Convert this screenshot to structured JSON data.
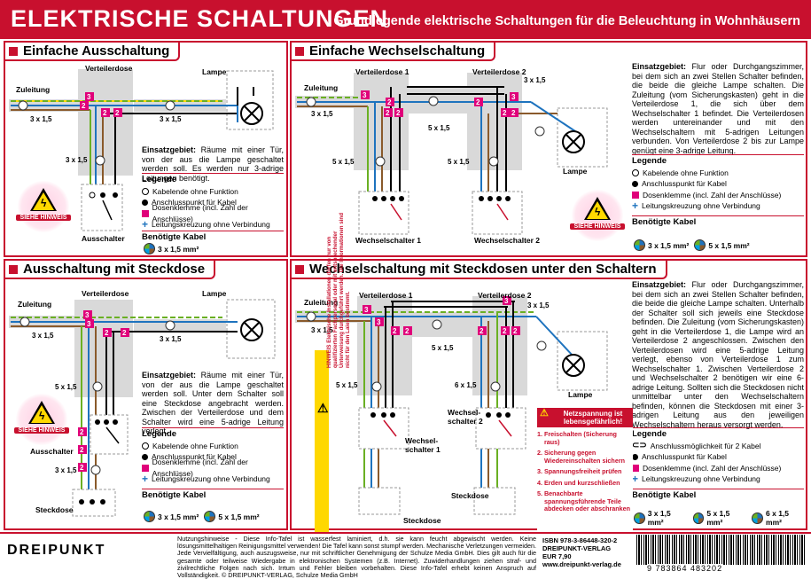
{
  "header": {
    "title": "ELEKTRISCHE SCHALTUNGEN",
    "subtitle": "Grundlegende elektrische Schaltungen für die Beleuchtung in Wohnhäusern"
  },
  "panels": {
    "p1": {
      "title": "Einfache Ausschaltung",
      "labels": {
        "verteilerdose": "Verteilerdose",
        "lampe": "Lampe",
        "zuleitung": "Zuleitung",
        "ausschalter": "Ausschalter",
        "c1": "3 x 1,5",
        "c2": "3 x 1,5",
        "c3": "3 x 1,5"
      },
      "info": "Räume mit einer Tür, von der aus die Lampe geschaltet werden soll. Es werden nur 3-adrige Leitungen benötigt.",
      "kabel": "3 x 1,5 mm²"
    },
    "p2": {
      "title": "Einfache Wechselschaltung",
      "labels": {
        "vd1": "Verteilerdose 1",
        "vd2": "Verteilerdose 2",
        "zuleitung": "Zuleitung",
        "c1": "3 x 1,5",
        "c2": "5 x 1,5",
        "c3": "5 x 1,5",
        "c4": "5 x 1,5",
        "c5": "3 x 1,5",
        "lampe": "Lampe",
        "ws1": "Wechselschalter 1",
        "ws2": "Wechselschalter 2"
      },
      "info": "Flur oder Durchgangszimmer, bei dem sich an zwei Stellen Schalter befinden, die beide die gleiche Lampe schalten. Die Zuleitung (vom Sicherungskasten) geht in die Verteilerdose 1, die sich über dem Wechselschalter 1 befindet. Die Verteilerdosen werden untereinander und mit den Wechselschaltern mit 5-adrigen Leitungen verbunden. Von Verteilerdose 2 bis zur Lampe genügt eine 3-adrige Leitung.",
      "kabel1": "3 x 1,5 mm²",
      "kabel2": "5 x 1,5 mm²"
    },
    "p3": {
      "title": "Ausschaltung mit Steckdose",
      "labels": {
        "verteilerdose": "Verteilerdose",
        "lampe": "Lampe",
        "zuleitung": "Zuleitung",
        "ausschalter": "Ausschalter",
        "steckdose": "Steckdose",
        "c1": "3 x 1,5",
        "c2": "3 x 1,5",
        "c3": "5 x 1,5",
        "c4": "3 x 1,5"
      },
      "info": "Räume mit einer Tür, von der aus die Lampe geschaltet werden soll. Unter dem Schalter soll eine Steckdose angebracht werden. Zwischen der Verteilerdose und dem Schalter wird eine 5-adrige Leitung verlegt.",
      "kabel1": "3 x 1,5 mm²",
      "kabel2": "5 x 1,5 mm²"
    },
    "p4": {
      "title": "Wechselschaltung mit Steckdosen unter den Schaltern",
      "labels": {
        "vd1": "Verteilerdose 1",
        "vd2": "Verteilerdose 2",
        "zuleitung": "Zuleitung",
        "c1": "3 x 1,5",
        "c2": "5 x 1,5",
        "c3": "5 x 1,5",
        "c4": "6 x 1,5",
        "c5": "3 x 1,5",
        "lampe": "Lampe",
        "ws1": "Wechsel-schalter 1",
        "ws2": "Wechsel-schalter 2",
        "sd1": "Steckdose",
        "sd2": "Steckdose"
      },
      "info": "Flur oder Durchgangszimmer, bei dem sich an zwei Stellen Schalter befinden, die beide die gleiche Lampe schalten. Unterhalb der Schalter soll sich jeweils eine Steckdose befinden. Die Zuleitung (vom Sicherungskasten) geht in die Verteilerdose 1, die Lampe wird an Verteilerdose 2 angeschlossen. Zwischen den Verteilerdosen wird eine 5-adrige Leitung verlegt, ebenso von Verteilerdose 1 zum Wechselschalter 1. Zwischen Verteilerdose 2 und Wechselschalter 2 benötigen wir eine 6-adrige Leitung. Sollten sich die Steckdosen nicht unmittelbar unter den Wechselschaltern befinden, können die Steckdosen mit einer 3-adrigen Leitung aus den jeweiligen Wechselschaltern heraus versorgt werden.",
      "kabel1": "3 x 1,5 mm²",
      "kabel2": "5 x 1,5 mm²",
      "kabel3": "6 x 1,5 mm²"
    }
  },
  "common": {
    "einsatzgebiet": "Einsatzgebiet:",
    "legende": "Legende",
    "kabel_title": "Benötigte Kabel",
    "siehe_hinweis": "SIEHE HINWEIS",
    "legend_items": {
      "kabelende": "Kabelende ohne Funktion",
      "anschluss": "Anschlusspunkt für Kabel",
      "dosenklemme": "Dosenklemme (incl. Zahl der Anschlüsse)",
      "kreuzung": "Leitungskreuzung ohne Verbindung",
      "anschlussmoeglichkeit": "Anschlussmöglichkeit für 2 Kabel"
    },
    "hinweis": "HINWEIS",
    "hinweis_text": "Elektrische Installationen dürfen nur von qualifizierten Fachpersonal oder mit entsprechender Unterweisung durchgeführt werden. Die Informationen sind nicht für den Laien bestimmt."
  },
  "netz": {
    "title": "Netzspannung ist lebensgefährlich!",
    "items": [
      "1. Freischalten (Sicherung raus)",
      "2. Sicherung gegen Wiedereinschalten sichern",
      "3. Spannungsfreiheit prüfen",
      "4. Erden und kurzschließen",
      "5. Benachbarte spannungsführende Teile abdecken oder abschranken"
    ]
  },
  "footer": {
    "logo": "DREIPUNKT",
    "text": "Nutzungshinweise - Diese Info-Tafel ist wasserfest laminiert, d.h. sie kann feucht abgewischt werden. Keine lösungsmittelhaltigen Reinigungsmittel verwenden! Die Tafel kann sonst stumpf werden. Mechanische Verletzungen vermeiden. Jede Vervielfältigung, auch auszugsweise, nur mit schriftlicher Genehmigung der Schulze Media GmbH. Dies gilt auch für die gesamte oder teilweise Wiedergabe in elektronischen Systemen (z.B. Internet). Zuwiderhandlungen ziehen straf- und zivilrechtliche Folgen nach sich. Irrtum und Fehler bleiben vorbehalten. Diese Info-Tafel erhebt keinen Anspruch auf Vollständigkeit. © DREIPUNKT-VERLAG, Schulze Media GmbH",
    "isbn": "ISBN 978-3-86448-320-2",
    "verlag": "DREIPUNKT-VERLAG",
    "price": "EUR 7,90",
    "web": "www.dreipunkt-verlag.de",
    "barcode": "9 783864 483202"
  },
  "colors": {
    "brand": "#c8102e",
    "blue": "#1e73be",
    "brown": "#8a5a2b",
    "gn_ye": "#6ab023",
    "pink": "#e0007a",
    "grey_box": "#d9d9d9"
  }
}
